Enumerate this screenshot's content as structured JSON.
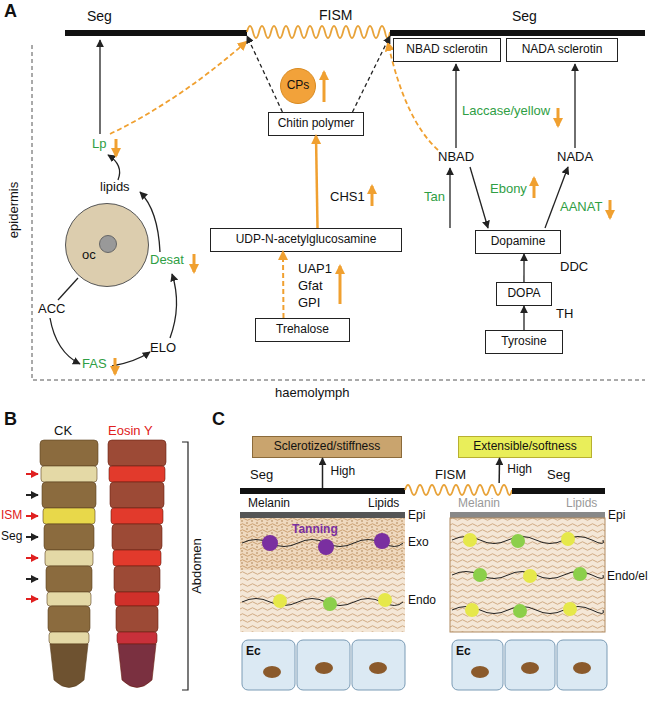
{
  "diagram": {
    "nodes": [
      {
        "text": [
          "Seg"
        ]
      },
      {
        "text": [
          "FISM"
        ]
      },
      {
        "text": [
          "Seg"
        ]
      },
      {
        "text": [
          "NBAD sclerotin"
        ]
      },
      {
        "text": [
          "NADA sclerotin"
        ]
      },
      {
        "text": [
          "CPs"
        ]
      },
      {
        "text": [
          "Chitin polymer"
        ]
      },
      {
        "text": [
          "UDP-N-acetylglucosamine"
        ]
      },
      {
        "text": [
          "Trehalose"
        ]
      },
      {
        "text": [
          "oc"
        ]
      },
      {
        "text": [
          "Dopamine"
        ]
      },
      {
        "text": [
          "DOPA"
        ]
      },
      {
        "text": [
          "Tyrosine"
        ]
      },
      {
        "text": [
          "Sclerotized/stiffness"
        ]
      },
      {
        "text": [
          "Extensible/softness"
        ]
      },
      {
        "text": [
          "Seg"
        ]
      },
      {
        "text": [
          "FISM"
        ]
      },
      {
        "text": [
          "Seg"
        ]
      }
    ],
    "edges": [
      {
        "from": 8,
        "to": 7,
        "arrow": "to"
      },
      {
        "from": 7,
        "to": 6,
        "arrow": "to"
      },
      {
        "from": 6,
        "to": 0,
        "arrow": "to"
      },
      {
        "from": 6,
        "to": 2,
        "arrow": "to"
      },
      {
        "from": 12,
        "to": 11,
        "arrow": "to"
      },
      {
        "from": 11,
        "to": 10,
        "arrow": "to"
      },
      {
        "from": 15,
        "to": 13,
        "label": "High",
        "arrow": "to"
      },
      {
        "from": 16,
        "to": 14,
        "label": "High",
        "arrow": "to"
      }
    ],
    "labels": [
      "A",
      "epidermis",
      "haemolymph",
      "Lp",
      "lipids",
      "ACC",
      "FAS",
      "ELO",
      "Desat",
      "CHS1",
      "UAP1",
      "Gfat",
      "GPI",
      "NBAD",
      "NADA",
      "Laccase/yellow",
      "Ebony",
      "Tan",
      "AANAT",
      "DDC",
      "TH",
      "B",
      "CK",
      "Eosin Y",
      "ISM",
      "Seg",
      "Abdomen",
      "C",
      "Melanin",
      "Lipids",
      "Epi",
      "Exo",
      "Tanning",
      "Endo",
      "Ec",
      "Melanin",
      "Lipids",
      "Epi",
      "Endo/el",
      "Ec"
    ]
  }
}
